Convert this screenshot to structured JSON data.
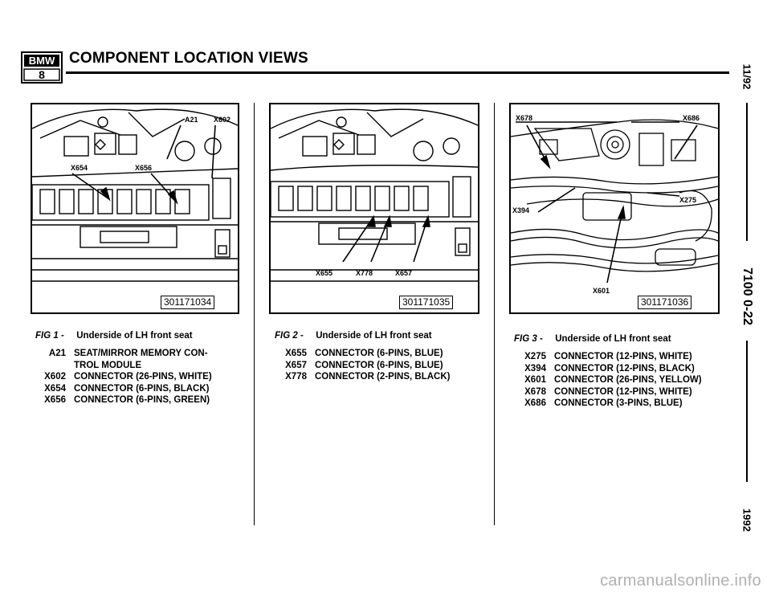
{
  "header": {
    "logo_top": "BMW",
    "logo_bottom": "8",
    "title": "COMPONENT LOCATION VIEWS"
  },
  "side": {
    "date": "11/92",
    "code": "7100 0-22",
    "year": "1992"
  },
  "figures": [
    {
      "image_number": "301171034",
      "callouts": [
        "A21",
        "X602",
        "X654",
        "X656"
      ],
      "caption_label": "FIG 1 -",
      "caption_text": "Underside of LH front seat",
      "legend": [
        {
          "code": "A21",
          "desc": "SEAT/MIRROR MEMORY CON-"
        },
        {
          "code": "",
          "desc": "TROL MODULE"
        },
        {
          "code": "X602",
          "desc": "CONNECTOR (26-PINS, WHITE)"
        },
        {
          "code": "X654",
          "desc": "CONNECTOR (6-PINS, BLACK)"
        },
        {
          "code": "X656",
          "desc": "CONNECTOR (6-PINS, GREEN)"
        }
      ]
    },
    {
      "image_number": "301171035",
      "callouts": [
        "X655",
        "X778",
        "X657"
      ],
      "caption_label": "FIG 2 -",
      "caption_text": "Underside of LH front seat",
      "legend": [
        {
          "code": "X655",
          "desc": "CONNECTOR (6-PINS, BLUE)"
        },
        {
          "code": "X657",
          "desc": "CONNECTOR (6-PINS, BLUE)"
        },
        {
          "code": "X778",
          "desc": "CONNECTOR (2-PINS, BLACK)"
        }
      ]
    },
    {
      "image_number": "301171036",
      "callouts": [
        "X678",
        "X686",
        "X275",
        "X394",
        "X601"
      ],
      "caption_label": "FIG 3 -",
      "caption_text": "Underside of LH front seat",
      "legend": [
        {
          "code": "X275",
          "desc": "CONNECTOR (12-PINS, WHITE)"
        },
        {
          "code": "X394",
          "desc": "CONNECTOR (12-PINS, BLACK)"
        },
        {
          "code": "X601",
          "desc": "CONNECTOR (26-PINS, YELLOW)"
        },
        {
          "code": "X678",
          "desc": "CONNECTOR (12-PINS, WHITE)"
        },
        {
          "code": "X686",
          "desc": "CONNECTOR (3-PINS, BLUE)"
        }
      ]
    }
  ],
  "watermark": "carmanualsonline.info"
}
